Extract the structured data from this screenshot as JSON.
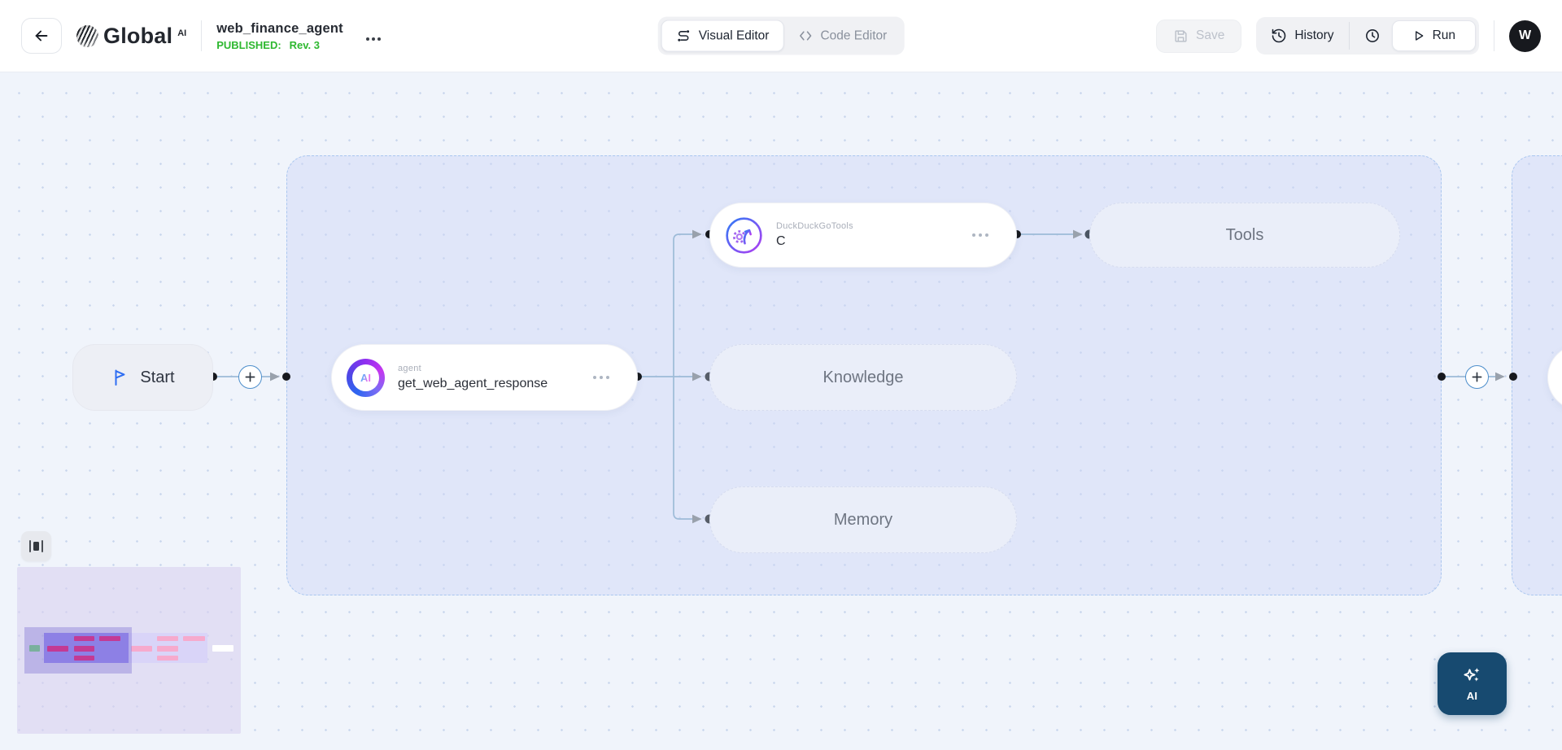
{
  "header": {
    "logo_text": "Global",
    "logo_superscript": "AI",
    "title": "web_finance_agent",
    "status_label": "PUBLISHED:",
    "revision": "Rev. 3",
    "tabs": {
      "visual": "Visual Editor",
      "code": "Code Editor"
    },
    "save_label": "Save",
    "history_label": "History",
    "run_label": "Run",
    "avatar_initial": "W"
  },
  "flow": {
    "start_label": "Start",
    "agent": {
      "type": "agent",
      "name": "get_web_agent_response",
      "icon_text": "AI"
    },
    "duckduckgo": {
      "type": "DuckDuckGoTools",
      "name": "C"
    },
    "tools_label": "Tools",
    "knowledge_label": "Knowledge",
    "memory_label": "Memory"
  },
  "fab": {
    "label": "AI"
  },
  "colors": {
    "published_green": "#2eb830",
    "accent_blue": "#2f6ef2",
    "edge_line": "#9dbbd8",
    "container_fill": "#e4e9f9",
    "container_border": "#a9c6ef",
    "ai_fab_bg": "#174a70",
    "minimap_node_active": "#ef1a6e",
    "minimap_node_inactive": "#f6aacd",
    "minimap_start_green": "#79d97c",
    "icon_gradient_start": "#2f7bf5",
    "icon_gradient_end": "#b03df2"
  }
}
